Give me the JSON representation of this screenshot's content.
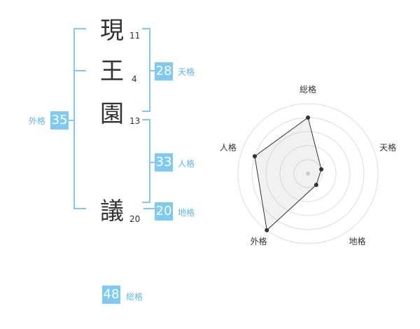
{
  "name": {
    "chars": [
      {
        "char": "現",
        "strokes": "11"
      },
      {
        "char": "王",
        "strokes": "4"
      },
      {
        "char": "園",
        "strokes": "13"
      },
      {
        "char": "議",
        "strokes": "20"
      }
    ]
  },
  "kakusu": {
    "tenkaku": {
      "value": "28",
      "label": "天格"
    },
    "jinkaku": {
      "value": "33",
      "label": "人格"
    },
    "chikaku": {
      "value": "20",
      "label": "地格"
    },
    "gaikaku": {
      "value": "35",
      "label": "外格"
    },
    "soukaku": {
      "value": "48",
      "label": "総格"
    }
  },
  "colors": {
    "accent": "#7fcaf3",
    "label": "#5fb6e8",
    "text": "#333333"
  },
  "chart_data": {
    "type": "radar",
    "axes": [
      "総格",
      "天格",
      "地格",
      "外格",
      "人格"
    ],
    "values": [
      4,
      1,
      1,
      5,
      4
    ],
    "range": [
      0,
      5
    ],
    "rings": 5
  }
}
